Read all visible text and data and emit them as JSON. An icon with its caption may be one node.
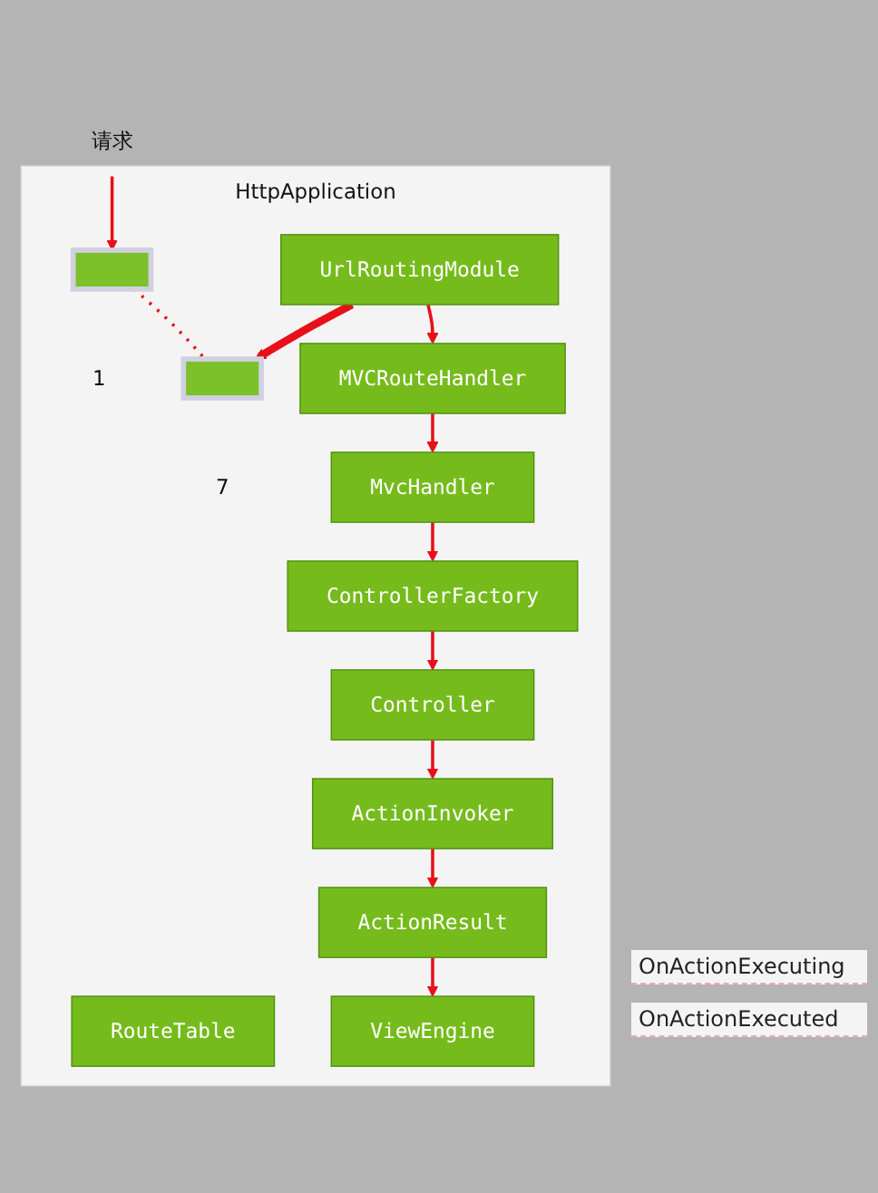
{
  "diagram": {
    "nodes": [
      {
        "text": [
          "HttpApplication"
        ]
      },
      {
        "text": [
          "请求"
        ]
      },
      {
        "text": [],
        "shape": "box",
        "in": 0,
        "beside": [
          "1"
        ]
      },
      {
        "text": [],
        "shape": "box",
        "in": 0,
        "beside": [
          "7"
        ]
      },
      {
        "text": [
          "RouteTable"
        ],
        "in": 0
      },
      {
        "text": [
          "UrlRoutingModule"
        ],
        "in": 0
      },
      {
        "text": [
          "MVCRouteHandler"
        ],
        "in": 0
      },
      {
        "text": [
          "MvcHandler"
        ],
        "in": 0
      },
      {
        "text": [
          "ControllerFactory"
        ],
        "in": 0
      },
      {
        "text": [
          "Controller"
        ],
        "in": 0
      },
      {
        "text": [
          "ActionInvoker"
        ],
        "in": 0
      },
      {
        "text": [
          "ActionResult"
        ],
        "in": 0
      },
      {
        "text": [
          "ViewEngine"
        ],
        "in": 0
      }
    ],
    "edges": [
      {
        "from": 1,
        "to": 2,
        "arrow": "to"
      },
      {
        "from": 2,
        "to": 3,
        "arrow": "none",
        "style": "dashed"
      },
      {
        "from": 5,
        "to": 3,
        "arrow": "to",
        "style": "thick"
      },
      {
        "from": 5,
        "to": 6,
        "arrow": "to"
      },
      {
        "from": 6,
        "to": 7,
        "arrow": "to"
      },
      {
        "from": 7,
        "to": 8,
        "arrow": "to"
      },
      {
        "from": 8,
        "to": 9,
        "arrow": "to"
      },
      {
        "from": 9,
        "to": 10,
        "arrow": "to"
      },
      {
        "from": 10,
        "to": 11,
        "arrow": "to"
      },
      {
        "from": 11,
        "to": 12,
        "arrow": "to"
      }
    ],
    "labels": [
      "OnActionExecuting",
      "OnActionExecuted"
    ]
  }
}
